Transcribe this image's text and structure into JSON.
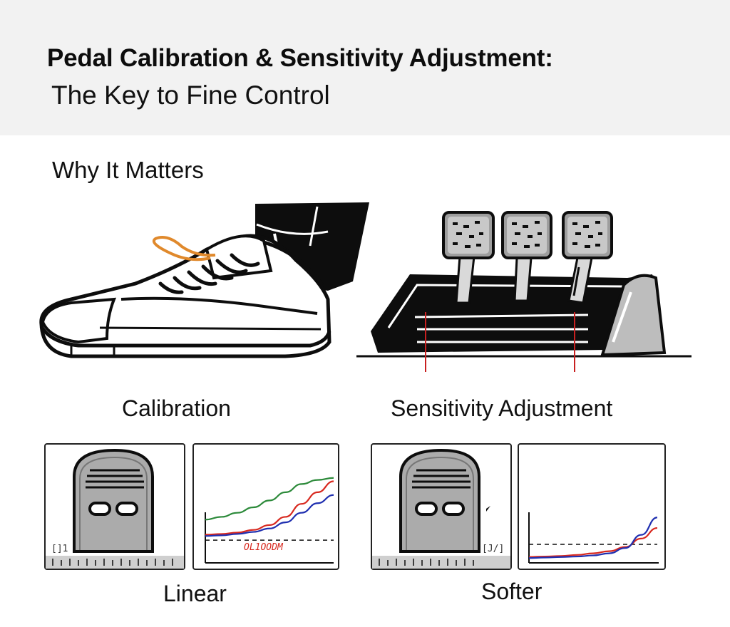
{
  "header": {
    "title": "Pedal Calibration & Sensitivity Adjustment:",
    "subtitle": "The Key to Fine Control"
  },
  "section": {
    "heading": "Why It Matters"
  },
  "labels": {
    "calibration": "Calibration",
    "sensitivity": "Sensitivity Adjustment",
    "linear": "Linear",
    "softer": "Softer"
  },
  "panels": {
    "linear_scribble": "OL1OODM",
    "left_corner_mark": "[]1",
    "right_corner_mark": "[J/]"
  },
  "colors": {
    "header_bg": "#f2f2f2",
    "curve_red": "#d8281e",
    "curve_blue": "#1f2fb0",
    "curve_green": "#2c8a3a",
    "shoelace_orange": "#e0892c",
    "bracket_red": "#c82020"
  },
  "chart_data": [
    {
      "type": "line",
      "title": "",
      "xlabel": "",
      "ylabel": "",
      "series": [
        {
          "values": [
            0.1,
            0.11,
            0.13,
            0.17,
            0.24,
            0.36,
            0.55,
            0.72,
            0.88
          ]
        },
        {
          "values": [
            0.08,
            0.09,
            0.11,
            0.14,
            0.19,
            0.28,
            0.42,
            0.56,
            0.68
          ]
        },
        {
          "values": [
            0.32,
            0.36,
            0.42,
            0.5,
            0.6,
            0.72,
            0.84,
            0.9,
            0.93
          ]
        }
      ],
      "reference_line": 0.02
    },
    {
      "type": "line",
      "title": "",
      "xlabel": "",
      "ylabel": "",
      "series": [
        {
          "values": [
            0.03,
            0.04,
            0.05,
            0.07,
            0.1,
            0.14,
            0.22,
            0.38,
            0.58
          ]
        },
        {
          "values": [
            0.01,
            0.02,
            0.03,
            0.04,
            0.06,
            0.1,
            0.2,
            0.45,
            0.78
          ]
        }
      ],
      "reference_line": 0.27
    }
  ]
}
